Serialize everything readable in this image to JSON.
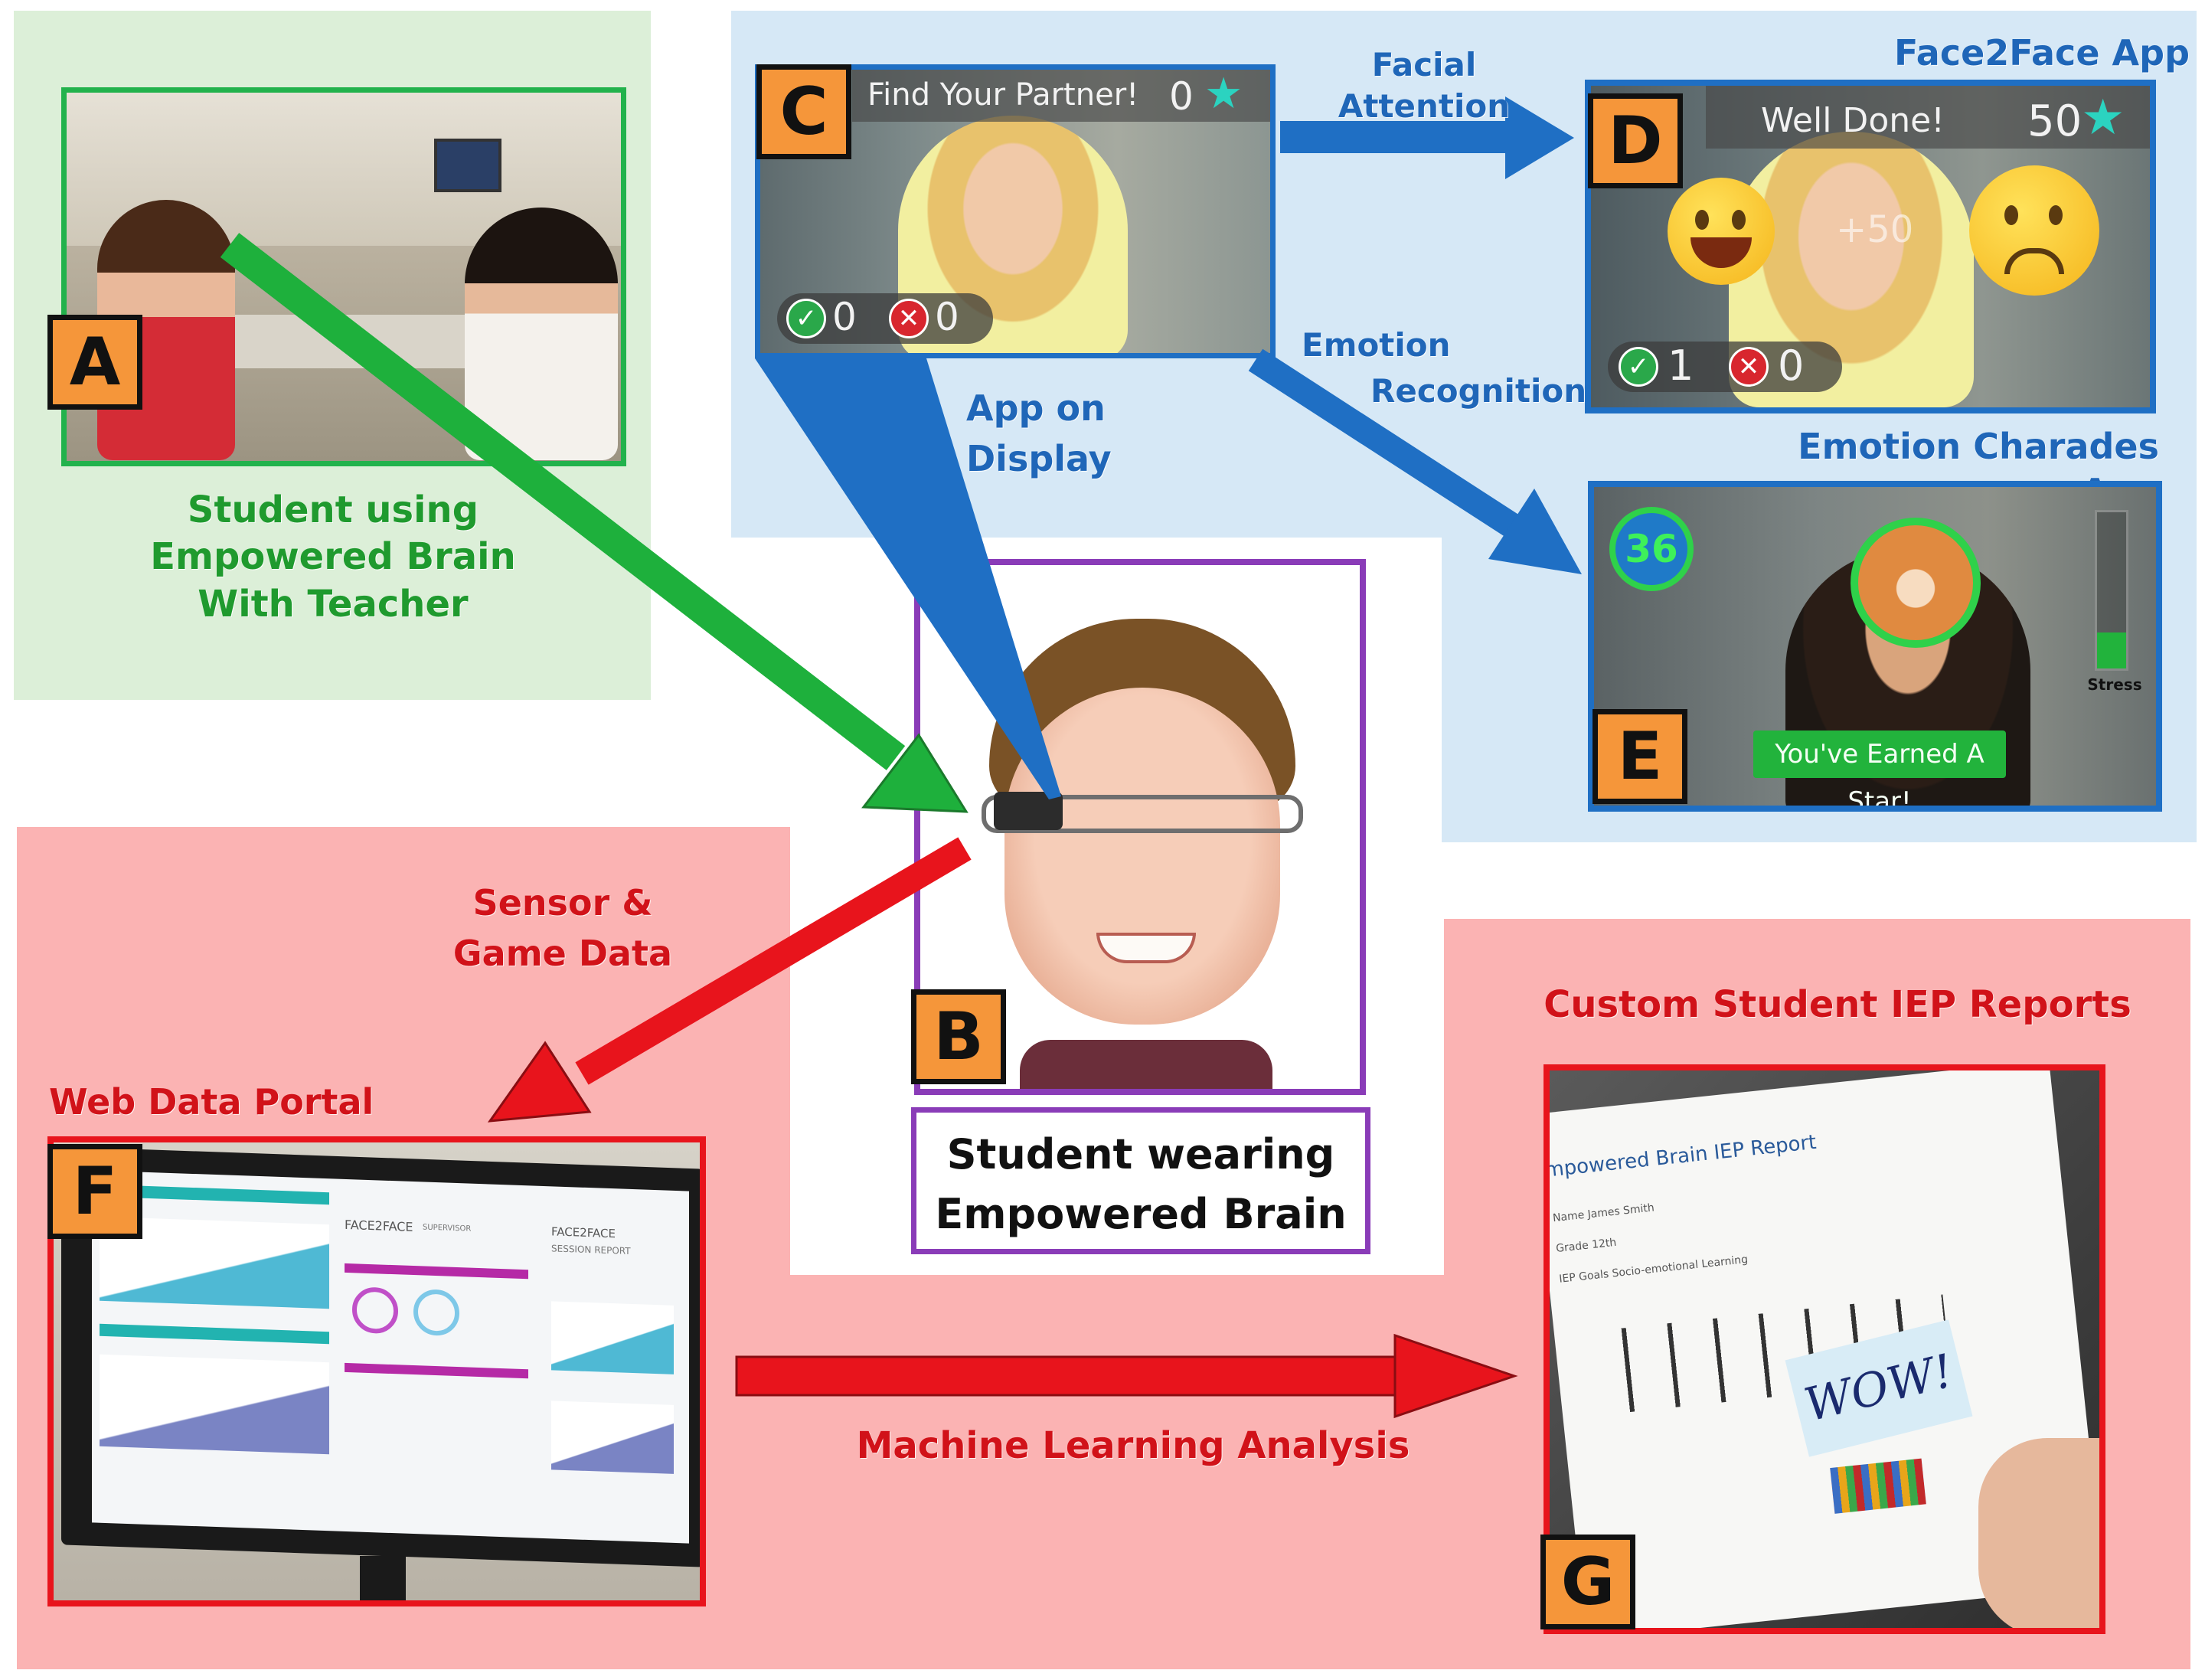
{
  "colors": {
    "green_region": "#dcefd8",
    "blue_region": "#d6e8f6",
    "red_region": "#fbb3b3",
    "green_arrow": "#1eb03c",
    "blue_arrow": "#1f6fc4",
    "red_arrow": "#e8141c",
    "badge_orange": "#f5963a",
    "purple_frame": "#8a3cb8",
    "label_green": "#1f9a2e",
    "label_blue": "#1f66b8",
    "label_red": "#d11219"
  },
  "panels": {
    "a": {
      "badge": "A",
      "caption": "Student using\nEmpowered Brain\nWith Teacher"
    },
    "b": {
      "badge": "B",
      "caption_line1": "Student wearing",
      "caption_line2": "Empowered Brain"
    },
    "c": {
      "badge": "C",
      "hud_title": "Find Your Partner!",
      "hud_score": "0",
      "correct_count": "0",
      "wrong_count": "0"
    },
    "d": {
      "badge": "D",
      "app_title": "Face2Face App",
      "hud_title": "Well Done!",
      "hud_score": "50",
      "correct_count": "1",
      "wrong_count": "0",
      "floating_points": "+50"
    },
    "e": {
      "badge": "E",
      "app_title": "Emotion Charades App",
      "timer": "36",
      "stress_label": "Stress",
      "banner": "You've Earned A Star!"
    },
    "f": {
      "badge": "F",
      "title": "Web  Data Portal",
      "screen_header_left": "FACE2FACE",
      "screen_header_left_sub": "SUPERVISOR",
      "screen_header_right": "FACE2FACE",
      "screen_report": "SESSION REPORT"
    },
    "g": {
      "badge": "G",
      "title": "Custom  Student IEP  Reports",
      "paper_title": "mpowered Brain IEP Report",
      "paper_name": "Name   James Smith",
      "paper_grade": "Grade   12th",
      "paper_goals": "IEP Goals   Socio-emotional Learning",
      "note": "WOW!"
    }
  },
  "arrows": {
    "facial_attention": "Facial  Attention",
    "emotion_recognition_1": "Emotion",
    "emotion_recognition_2": "Recognition",
    "app_on_display_1": "App on",
    "app_on_display_2": "Display",
    "sensor_data_1": "Sensor &",
    "sensor_data_2": "Game Data",
    "machine_learning": "Machine Learning Analysis"
  }
}
